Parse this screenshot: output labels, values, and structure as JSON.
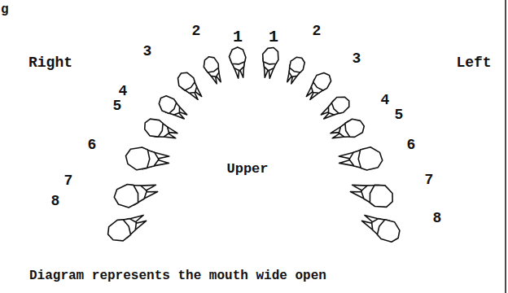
{
  "diagram": {
    "caption": "Diagram represents the mouth wide open",
    "labels": [
      "g",
      "1",
      "1",
      "2",
      "2",
      "3",
      "3",
      "Right",
      "Left",
      "4",
      "5",
      "4",
      "5",
      "6",
      "6",
      "7",
      "7",
      "8",
      "8",
      "Upper"
    ]
  }
}
